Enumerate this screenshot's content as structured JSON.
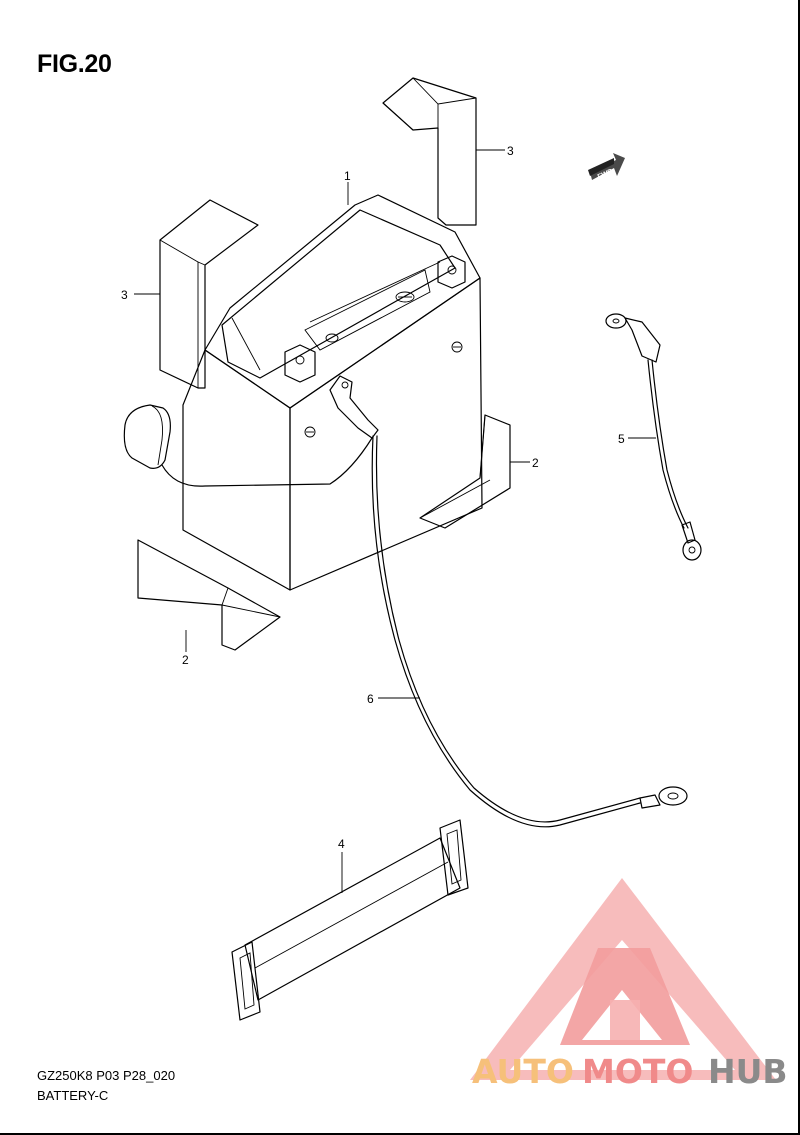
{
  "figure": {
    "title": "FIG.20"
  },
  "fwd_marker": {
    "text": "FWD"
  },
  "callouts": [
    {
      "id": "1",
      "label": "1"
    },
    {
      "id": "2a",
      "label": "2"
    },
    {
      "id": "2b",
      "label": "2"
    },
    {
      "id": "3a",
      "label": "3"
    },
    {
      "id": "3b",
      "label": "3"
    },
    {
      "id": "4",
      "label": "4"
    },
    {
      "id": "5",
      "label": "5"
    },
    {
      "id": "6",
      "label": "6"
    }
  ],
  "footer": {
    "code": "GZ250K8 P03 P28_020",
    "name": "BATTERY-C"
  },
  "watermark": {
    "word_1": "AUTO",
    "word_2": "MOTO",
    "word_3": "HUB",
    "colors": {
      "auto": "#f6c07a",
      "moto": "#f08a8a",
      "hub": "#8a8a8a",
      "logo": "#f4a3a3"
    }
  }
}
